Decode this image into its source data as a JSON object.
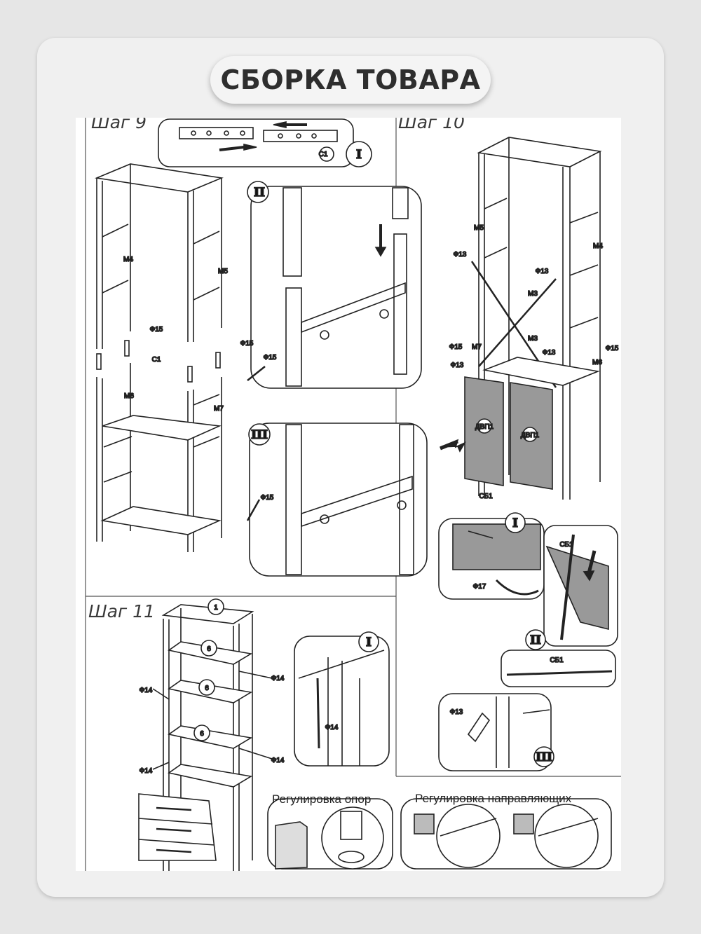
{
  "title": "СБОРКА ТОВАРА",
  "steps": {
    "step9": "Шаг 9",
    "step10": "Шаг 10",
    "step11": "Шаг 11"
  },
  "captions": {
    "legs": "Регулировка опор",
    "rails": "Регулировка направляющих"
  },
  "roman": {
    "i": "I",
    "ii": "II",
    "iii": "III"
  },
  "parts": {
    "c1": "C1",
    "m3": "M3",
    "m4": "M4",
    "m5": "M5",
    "m6": "M6",
    "m7": "M7",
    "f13": "Ф13",
    "f14": "Ф14",
    "f15": "Ф15",
    "f17": "Ф17",
    "dvp1": "ДВП1",
    "sb1": "СБ1",
    "shelf6": "6",
    "top1": "1"
  }
}
